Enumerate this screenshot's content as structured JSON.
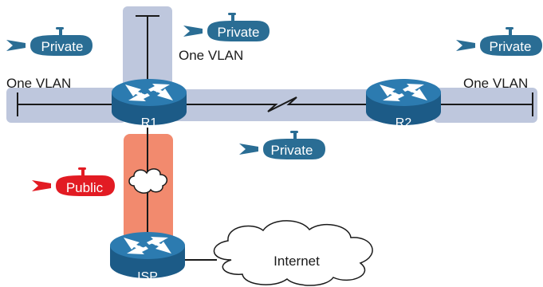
{
  "colors": {
    "private_fill": "#2a6d94",
    "public_fill": "#e21b23",
    "segment_fill": "#bec7dd",
    "public_segment_fill": "#f28a6e",
    "router_top": "#2c7bb0",
    "router_side": "#1c5b87",
    "line": "#1a1a1a"
  },
  "routers": [
    {
      "id": "r1",
      "label": "R1"
    },
    {
      "id": "r2",
      "label": "R2"
    },
    {
      "id": "isp",
      "label": "ISP"
    }
  ],
  "segments": [
    {
      "id": "r1-lan-left",
      "label": "One VLAN"
    },
    {
      "id": "r1-lan-top",
      "label": "One VLAN"
    },
    {
      "id": "r2-lan-right",
      "label": "One VLAN"
    }
  ],
  "tags": [
    {
      "id": "private-left",
      "text": "Private",
      "kind": "private"
    },
    {
      "id": "private-top",
      "text": "Private",
      "kind": "private"
    },
    {
      "id": "private-right",
      "text": "Private",
      "kind": "private"
    },
    {
      "id": "private-wan",
      "text": "Private",
      "kind": "private"
    },
    {
      "id": "public-isp",
      "text": "Public",
      "kind": "public"
    }
  ],
  "clouds": [
    {
      "id": "internet",
      "label": "Internet"
    },
    {
      "id": "isp-link",
      "label": ""
    }
  ],
  "icons": {
    "router": "router-icon",
    "submarine": "submarine-icon",
    "cloud": "cloud-icon",
    "serial": "serial-link-icon"
  }
}
